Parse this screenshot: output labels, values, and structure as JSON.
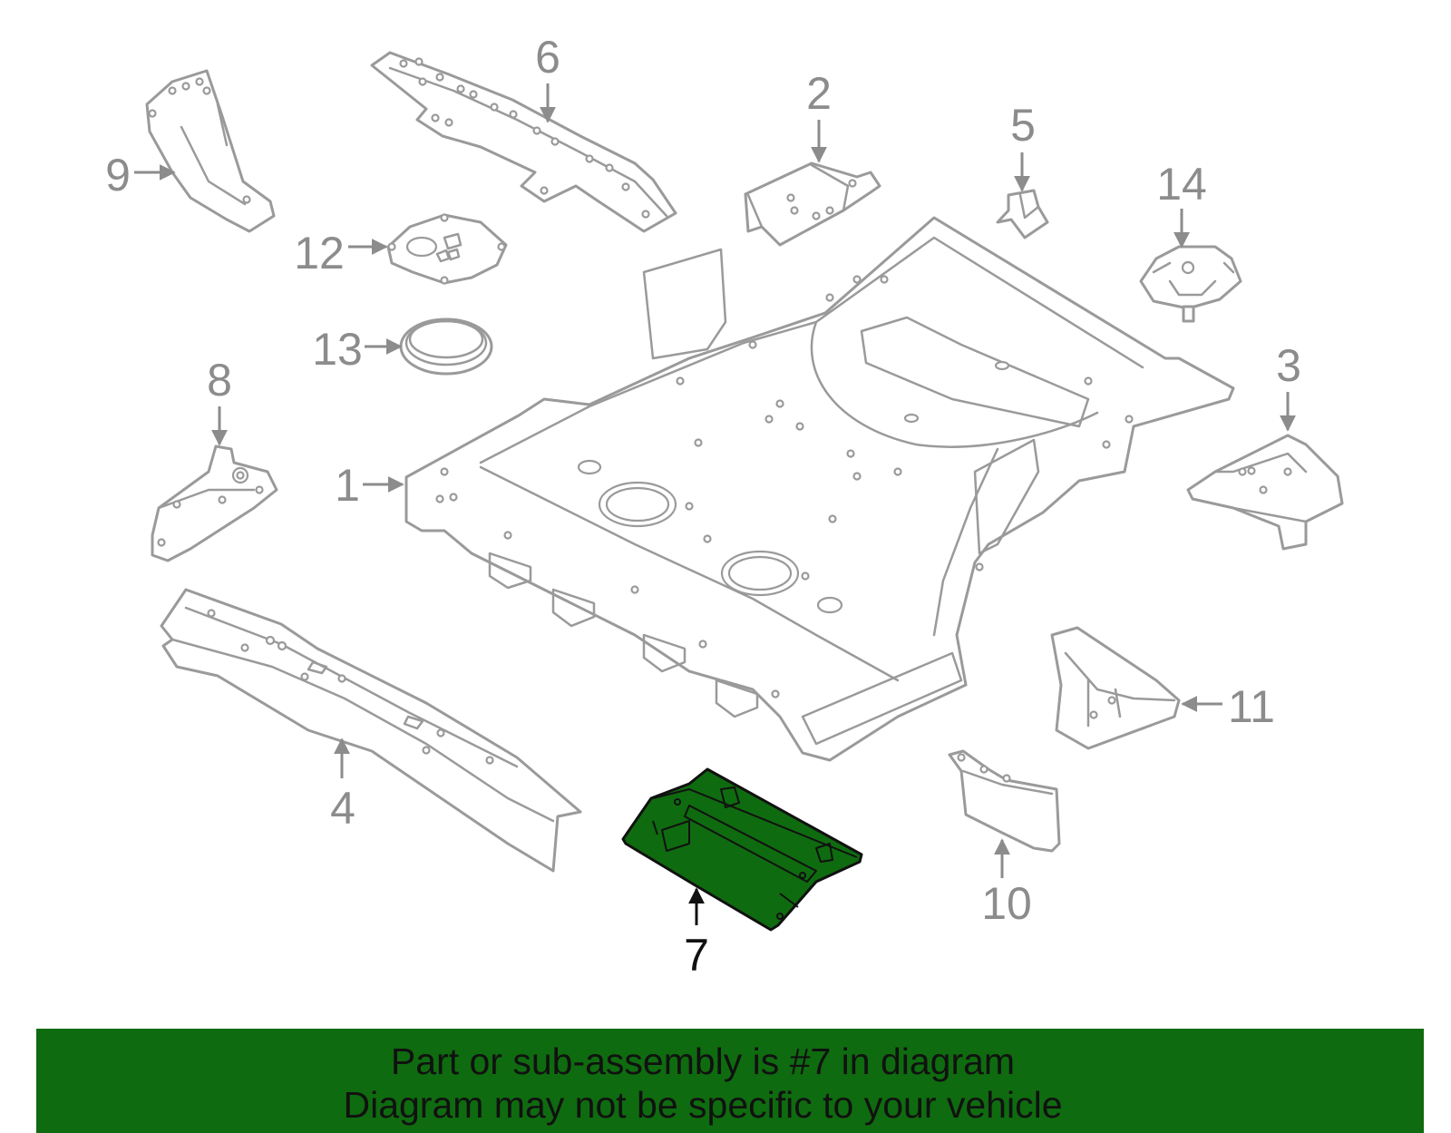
{
  "diagram": {
    "highlight_color": "#0f6b0f",
    "line_color": "#9a9a9a",
    "selected_part": "7",
    "callouts": {
      "c1": "1",
      "c2": "2",
      "c3": "3",
      "c4": "4",
      "c5": "5",
      "c6": "6",
      "c7": "7",
      "c8": "8",
      "c9": "9",
      "c10": "10",
      "c11": "11",
      "c12": "12",
      "c13": "13",
      "c14": "14"
    }
  },
  "banner": {
    "background": "#0f6b0f",
    "line1": "Part or sub-assembly is #7 in diagram",
    "line2": "Diagram may not be specific to your vehicle"
  }
}
